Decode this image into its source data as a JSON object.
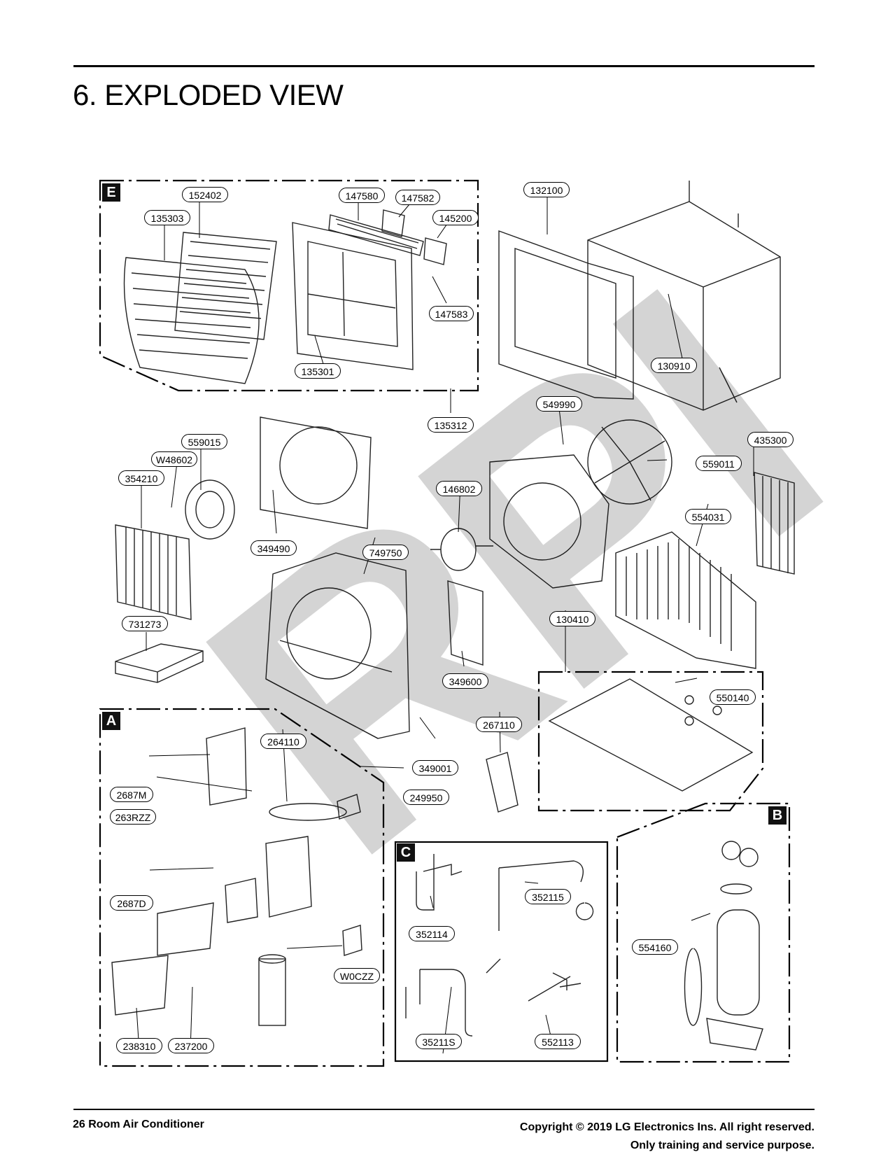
{
  "header": {
    "title": "6. EXPLODED VIEW"
  },
  "sections": [
    "E",
    "A",
    "B",
    "C"
  ],
  "part_numbers": {
    "p152402": "152402",
    "p135303": "135303",
    "p147580": "147580",
    "p147582": "147582",
    "p145200": "145200",
    "p147583": "147583",
    "p135301": "135301",
    "p132100": "132100",
    "p130910": "130910",
    "p135312": "135312",
    "p549990": "549990",
    "p559015": "559015",
    "pW48602": "W48602",
    "p354210": "354210",
    "p349490": "349490",
    "p146802": "146802",
    "p559011": "559011",
    "p435300": "435300",
    "p554031": "554031",
    "p749750": "749750",
    "p731273": "731273",
    "p130410": "130410",
    "p349600": "349600",
    "p550140": "550140",
    "p264110": "264110",
    "p267110": "267110",
    "p349001": "349001",
    "p2687M": "2687M",
    "p249950": "249950",
    "p263RZZ": "263RZZ",
    "p2687D": "2687D",
    "p352115": "352115",
    "p352114": "352114",
    "p554160": "554160",
    "pW0CZZ": "W0CZZ",
    "p35211S": "35211S",
    "p552113": "552113",
    "p238310": "238310",
    "p237200": "237200"
  },
  "watermark": "RPI",
  "footer": {
    "page_label": "26  Room Air   Conditioner",
    "copyright": "Copyright © 2019  LG  Electronics  Ins.  All right reserved.",
    "notice": "Only  training and service  purpose."
  }
}
